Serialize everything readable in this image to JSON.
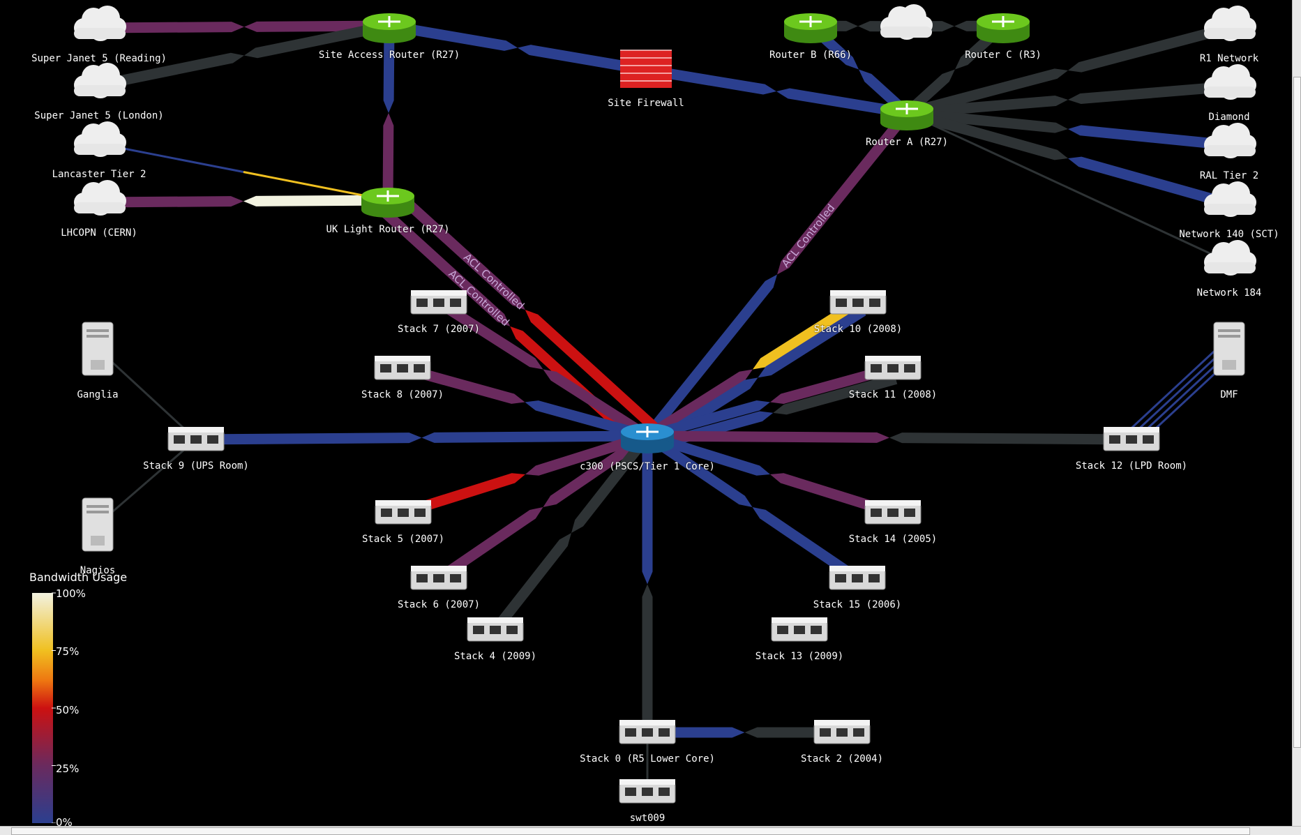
{
  "colors": {
    "background": "#000000",
    "bw_0": "#2b3f8f",
    "bw_25": "#6a2a5e",
    "bw_50": "#cc1111",
    "bw_75": "#f0c020",
    "bw_100": "#f2f2e0",
    "idle_link": "#2e3335"
  },
  "nodes": [
    {
      "id": "sj5r",
      "label": "Super Janet 5 (Reading)",
      "icon": "cloud-icon"
    },
    {
      "id": "sj5l",
      "label": "Super Janet 5 (London)",
      "icon": "cloud-icon"
    },
    {
      "id": "lt2",
      "label": "Lancaster Tier 2",
      "icon": "cloud-icon"
    },
    {
      "id": "lhc",
      "label": "LHCOPN (CERN)",
      "icon": "cloud-icon"
    },
    {
      "id": "sar",
      "label": "Site Access Router (R27)",
      "icon": "router-icon"
    },
    {
      "id": "ukl",
      "label": "UK Light Router (R27)",
      "icon": "router-icon"
    },
    {
      "id": "fw",
      "label": "Site Firewall",
      "icon": "firewall-icon"
    },
    {
      "id": "rb",
      "label": "Router B (R66)",
      "icon": "router-icon"
    },
    {
      "id": "cm",
      "label": "",
      "icon": "cloud-icon"
    },
    {
      "id": "rc",
      "label": "Router C (R3)",
      "icon": "router-icon"
    },
    {
      "id": "ra",
      "label": "Router A (R27)",
      "icon": "router-icon"
    },
    {
      "id": "r1",
      "label": "R1 Network",
      "icon": "cloud-icon"
    },
    {
      "id": "dia",
      "label": "Diamond",
      "icon": "cloud-icon"
    },
    {
      "id": "ral",
      "label": "RAL Tier 2",
      "icon": "cloud-icon"
    },
    {
      "id": "n140",
      "label": "Network 140 (SCT)",
      "icon": "cloud-icon"
    },
    {
      "id": "n184",
      "label": "Network 184",
      "icon": "cloud-icon"
    },
    {
      "id": "core",
      "label": "c300 (PSCS/Tier 1 Core)",
      "icon": "core-router-icon"
    },
    {
      "id": "s7",
      "label": "Stack 7 (2007)",
      "icon": "switch-icon"
    },
    {
      "id": "s10",
      "label": "Stack 10 (2008)",
      "icon": "switch-icon"
    },
    {
      "id": "s8",
      "label": "Stack 8 (2007)",
      "icon": "switch-icon"
    },
    {
      "id": "s11",
      "label": "Stack 11 (2008)",
      "icon": "switch-icon"
    },
    {
      "id": "gang",
      "label": "Ganglia",
      "icon": "server-icon"
    },
    {
      "id": "dmf",
      "label": "DMF",
      "icon": "server-icon"
    },
    {
      "id": "s9",
      "label": "Stack 9 (UPS Room)",
      "icon": "switch-icon"
    },
    {
      "id": "s12",
      "label": "Stack 12 (LPD Room)",
      "icon": "switch-icon"
    },
    {
      "id": "nag",
      "label": "Nagios",
      "icon": "server-icon"
    },
    {
      "id": "s5",
      "label": "Stack 5 (2007)",
      "icon": "switch-icon"
    },
    {
      "id": "s14",
      "label": "Stack 14 (2005)",
      "icon": "switch-icon"
    },
    {
      "id": "s6",
      "label": "Stack 6 (2007)",
      "icon": "switch-icon"
    },
    {
      "id": "s15",
      "label": "Stack 15 (2006)",
      "icon": "switch-icon"
    },
    {
      "id": "s4",
      "label": "Stack 4 (2009)",
      "icon": "switch-icon"
    },
    {
      "id": "s13",
      "label": "Stack 13 (2009)",
      "icon": "switch-icon"
    },
    {
      "id": "s0",
      "label": "Stack 0 (R5 Lower Core)",
      "icon": "switch-icon"
    },
    {
      "id": "s2",
      "label": "Stack 2 (2004)",
      "icon": "switch-icon"
    },
    {
      "id": "swt",
      "label": "swt009",
      "icon": "switch-icon"
    }
  ],
  "links": [
    {
      "a": "sj5r",
      "b": "sar",
      "out": "bw_25",
      "in": "bw_25"
    },
    {
      "a": "sj5l",
      "b": "sar",
      "out": "idle_link",
      "in": "idle_link"
    },
    {
      "a": "sar",
      "b": "fw",
      "out": "bw_0",
      "in": "bw_0"
    },
    {
      "a": "fw",
      "b": "ra",
      "out": "bw_0",
      "in": "bw_0"
    },
    {
      "a": "sar",
      "b": "ukl",
      "out": "bw_0",
      "in": "bw_25"
    },
    {
      "a": "lhc",
      "b": "ukl",
      "out": "bw_25",
      "in": "bw_100"
    },
    {
      "a": "lt2",
      "b": "ukl",
      "out": "bw_0",
      "in": "bw_75",
      "thin": true
    },
    {
      "a": "rb",
      "b": "cm",
      "out": "idle_link",
      "in": "idle_link"
    },
    {
      "a": "cm",
      "b": "rc",
      "out": "idle_link",
      "in": "idle_link"
    },
    {
      "a": "rb",
      "b": "ra",
      "out": "bw_0",
      "in": "bw_0"
    },
    {
      "a": "rc",
      "b": "ra",
      "out": "idle_link",
      "in": "idle_link"
    },
    {
      "a": "ra",
      "b": "r1",
      "out": "idle_link",
      "in": "idle_link"
    },
    {
      "a": "ra",
      "b": "dia",
      "out": "idle_link",
      "in": "idle_link"
    },
    {
      "a": "ra",
      "b": "ral",
      "out": "idle_link",
      "in": "bw_0"
    },
    {
      "a": "ra",
      "b": "n140",
      "out": "idle_link",
      "in": "bw_0"
    },
    {
      "a": "ra",
      "b": "n184",
      "out": "idle_link",
      "in": "idle_link",
      "thin": true
    },
    {
      "a": "core",
      "b": "ra",
      "out": "bw_0",
      "in": "bw_25",
      "label": "ACL Controlled"
    },
    {
      "a": "core",
      "b": "ukl",
      "out": "bw_50",
      "in": "bw_25",
      "label": "ACL Controlled",
      "offset": -16
    },
    {
      "a": "core",
      "b": "ukl",
      "out": "bw_50",
      "in": "bw_25",
      "label": "ACL Controlled",
      "offset": 16
    },
    {
      "a": "core",
      "b": "s7",
      "out": "bw_25",
      "in": "bw_25"
    },
    {
      "a": "core",
      "b": "s10",
      "out": "bw_25",
      "in": "bw_75"
    },
    {
      "a": "core",
      "b": "s10",
      "out": "bw_0",
      "in": "bw_0",
      "offset": 14
    },
    {
      "a": "core",
      "b": "s8",
      "out": "bw_0",
      "in": "bw_25"
    },
    {
      "a": "core",
      "b": "s11",
      "out": "bw_0",
      "in": "bw_25"
    },
    {
      "a": "core",
      "b": "s11",
      "out": "bw_0",
      "in": "idle_link",
      "offset": 16
    },
    {
      "a": "core",
      "b": "s9",
      "out": "bw_0",
      "in": "bw_0"
    },
    {
      "a": "core",
      "b": "s12",
      "out": "bw_25",
      "in": "idle_link"
    },
    {
      "a": "core",
      "b": "s5",
      "out": "bw_25",
      "in": "bw_50"
    },
    {
      "a": "core",
      "b": "s14",
      "out": "bw_0",
      "in": "bw_25"
    },
    {
      "a": "core",
      "b": "s6",
      "out": "bw_25",
      "in": "bw_25"
    },
    {
      "a": "core",
      "b": "s15",
      "out": "bw_0",
      "in": "bw_0"
    },
    {
      "a": "core",
      "b": "s4",
      "out": "idle_link",
      "in": "idle_link"
    },
    {
      "a": "core",
      "b": "s0",
      "out": "bw_0",
      "in": "idle_link"
    },
    {
      "a": "s0",
      "b": "s2",
      "out": "bw_0",
      "in": "idle_link"
    },
    {
      "a": "s0",
      "b": "swt",
      "out": "idle_link",
      "in": "idle_link",
      "thin": true
    },
    {
      "a": "gang",
      "b": "s9",
      "out": "idle_link",
      "in": "idle_link",
      "thin": true
    },
    {
      "a": "nag",
      "b": "s9",
      "out": "idle_link",
      "in": "idle_link",
      "thin": true
    },
    {
      "a": "dmf",
      "b": "s12",
      "out": "bw_0",
      "in": "bw_0",
      "thin": true,
      "multi": 4
    }
  ],
  "legend": {
    "title": "Bandwidth Usage",
    "ticks": [
      "100%",
      "75%",
      "50%",
      "25%",
      "0%"
    ],
    "stops": [
      {
        "pct": 1.0,
        "color": "#f2f2e0"
      },
      {
        "pct": 0.75,
        "color": "#f0c020"
      },
      {
        "pct": 0.62,
        "color": "#ee7711"
      },
      {
        "pct": 0.5,
        "color": "#cc1111"
      },
      {
        "pct": 0.25,
        "color": "#6a2a5e"
      },
      {
        "pct": 0.0,
        "color": "#2b3f8f"
      }
    ]
  }
}
